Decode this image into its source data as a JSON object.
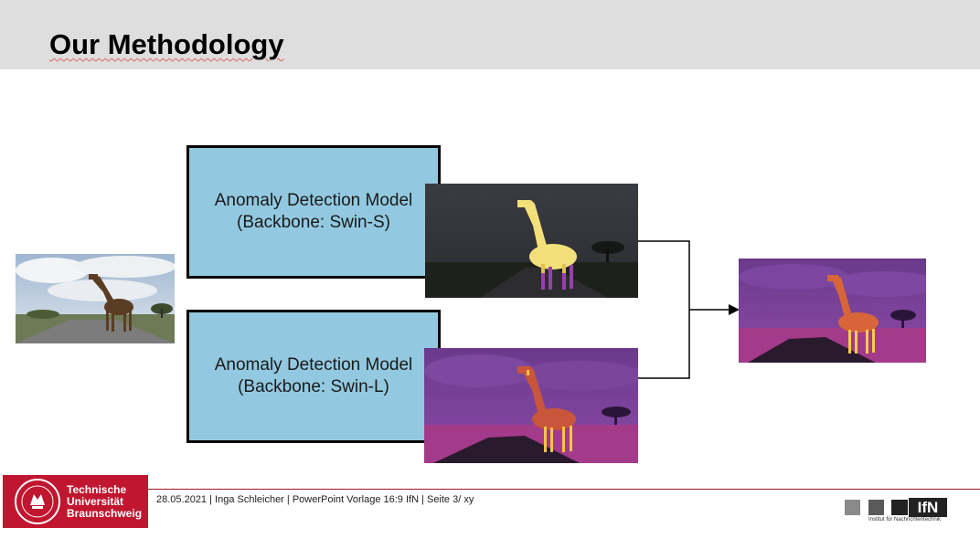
{
  "slide": {
    "title": "Our Methodology"
  },
  "model_boxes": [
    {
      "line1": "Anomaly Detection Model",
      "line2": "(Backbone: Swin-S)"
    },
    {
      "line1": "Anomaly Detection Model",
      "line2": "(Backbone: Swin-L)"
    }
  ],
  "footer": {
    "text": "28.05.2021 | Inga Schleicher | PowerPoint Vorlage 16:9 IfN | Seite 3/ xy",
    "university_line1": "Technische",
    "university_line2": "Universität",
    "university_line3": "Braunschweig",
    "institute_short": "IfN",
    "institute_name": "Institut für Nachrichtentechnik"
  },
  "colors": {
    "header_bg": "#dedede",
    "box_fill": "#92c9e0",
    "brand_red": "#c1162f",
    "footer_line": "#a01a2a"
  },
  "icons": {
    "university_seal": "tu-braunschweig-seal-icon",
    "institute_logo": "ifn-logo-icon"
  }
}
